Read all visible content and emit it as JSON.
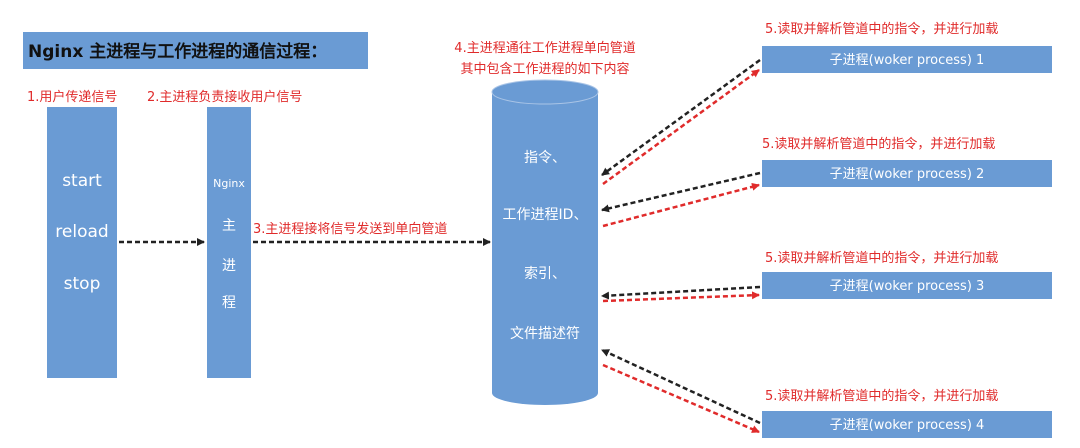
{
  "title": "Nginx 主进程与工作进程的通信过程：",
  "steps": {
    "step1": "1.用户传递信号",
    "step2": "2.主进程负责接收用户信号",
    "step3": "3.主进程接将信号发送到单向管道",
    "step4_line1": "4.主进程通往工作进程单向管道",
    "step4_line2": "其中包含工作进程的如下内容",
    "step5": "5.读取并解析管道中的指令，并进行加载"
  },
  "signals": [
    "start",
    "reload",
    "stop"
  ],
  "master": {
    "name": "Nginx",
    "chars": [
      "主",
      "进",
      "程"
    ]
  },
  "pipe_contents": [
    "指令、",
    "工作进程ID、",
    "索引、",
    "文件描述符"
  ],
  "workers": [
    "子进程(woker process)  1",
    "子进程(woker process)  2",
    "子进程(woker process)  3",
    "子进程(woker process)  4"
  ],
  "colors": {
    "box": "#6a9bd4",
    "label": "#e02b2b",
    "arrow_black": "#222222",
    "arrow_red": "#e02b2b"
  }
}
